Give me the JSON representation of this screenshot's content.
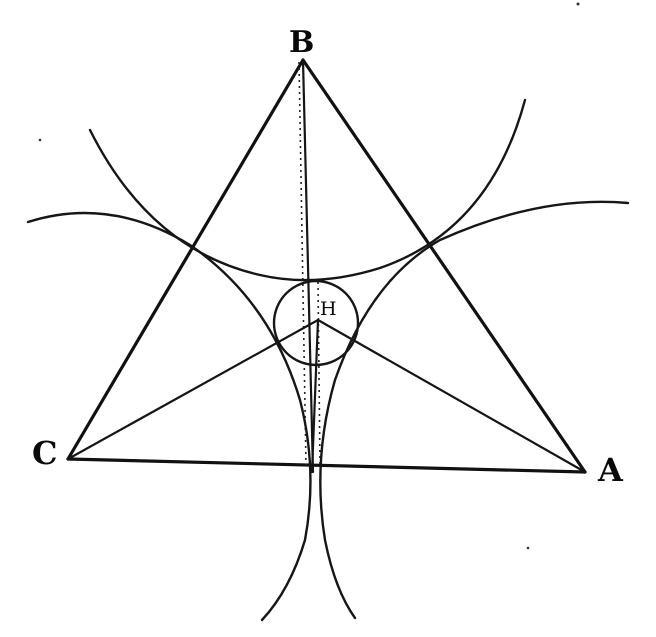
{
  "diagram": {
    "labels": {
      "A": "A",
      "B": "B",
      "C": "C",
      "H": "H"
    }
  }
}
